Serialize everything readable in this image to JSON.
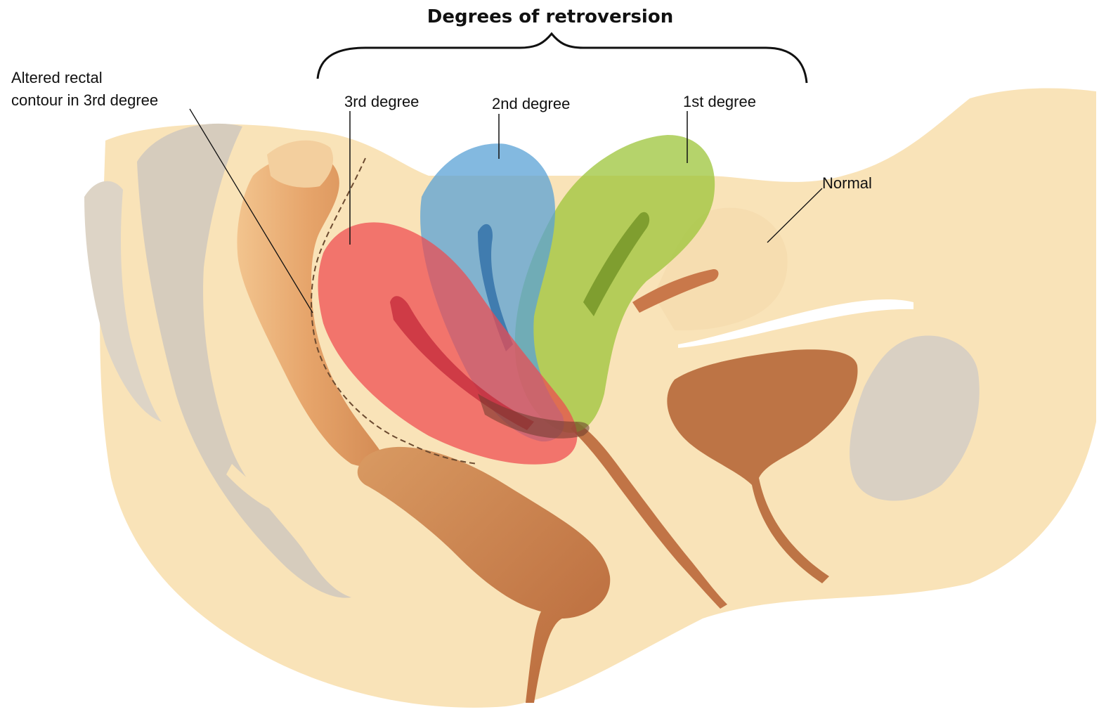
{
  "title": "Degrees of retroversion",
  "labels": {
    "rectal": [
      "Altered rectal",
      "contour in 3rd degree"
    ],
    "third": "3rd degree",
    "second": "2nd degree",
    "first": "1st degree",
    "normal": "Normal"
  },
  "colors": {
    "background": "#ffffff",
    "tissue": "#f9e3b8",
    "bone": "#d6ccbd",
    "organ_brown": "#b96a3c",
    "third_degree": "#ee4a4f",
    "second_degree": "#5aa1d6",
    "first_degree": "#9cc43a",
    "normal_uterus": "#f6ddb0"
  }
}
